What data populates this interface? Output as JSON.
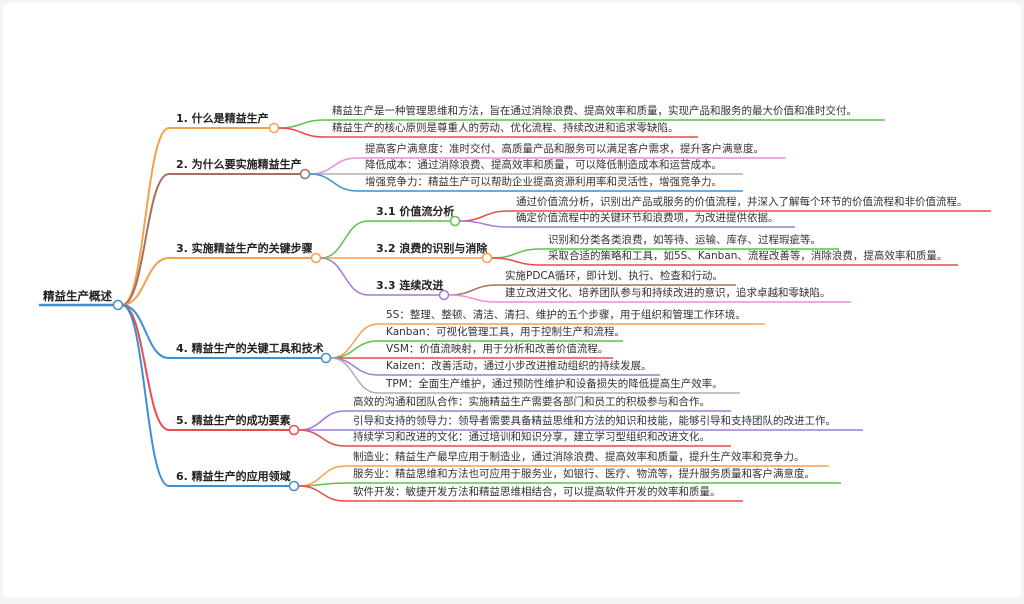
{
  "root": {
    "label": "精益生产概述"
  },
  "branches": [
    {
      "label": "1. 什么是精益生产",
      "children": [
        {
          "label": "精益生产是一种管理思维和方法，旨在通过消除浪费、提高效率和质量，实现产品和服务的最大价值和准时交付。"
        },
        {
          "label": "精益生产的核心原则是尊重人的劳动、优化流程、持续改进和追求零缺陷。"
        }
      ]
    },
    {
      "label": "2. 为什么要实施精益生产",
      "children": [
        {
          "label": "提高客户满意度：准时交付、高质量产品和服务可以满足客户需求，提升客户满意度。"
        },
        {
          "label": "降低成本：通过消除浪费、提高效率和质量，可以降低制造成本和运营成本。"
        },
        {
          "label": "增强竞争力：精益生产可以帮助企业提高资源利用率和灵活性，增强竞争力。"
        }
      ]
    },
    {
      "label": "3. 实施精益生产的关键步骤",
      "children": [
        {
          "label": "3.1 价值流分析",
          "children": [
            {
              "label": "通过价值流分析，识别出产品或服务的价值流程，并深入了解每个环节的价值流程和非价值流程。"
            },
            {
              "label": "确定价值流程中的关键环节和浪费项，为改进提供依据。"
            }
          ]
        },
        {
          "label": "3.2 浪费的识别与消除",
          "children": [
            {
              "label": "识别和分类各类浪费，如等待、运输、库存、过程瑕疵等。"
            },
            {
              "label": "采取合适的策略和工具，如5S、Kanban、流程改善等，消除浪费，提高效率和质量。"
            }
          ]
        },
        {
          "label": "3.3 连续改进",
          "children": [
            {
              "label": "实施PDCA循环，即计划、执行、检查和行动。"
            },
            {
              "label": "建立改进文化、培养团队参与和持续改进的意识，追求卓越和零缺陷。"
            }
          ]
        }
      ]
    },
    {
      "label": "4. 精益生产的关键工具和技术",
      "children": [
        {
          "label": "5S：整理、整顿、清洁、清扫、维护的五个步骤，用于组织和管理工作环境。"
        },
        {
          "label": "Kanban：可视化管理工具，用于控制生产和流程。"
        },
        {
          "label": "VSM：价值流映射，用于分析和改善价值流程。"
        },
        {
          "label": "Kaizen：改善活动，通过小步改进推动组织的持续发展。"
        },
        {
          "label": "TPM：全面生产维护，通过预防性维护和设备损失的降低提高生产效率。"
        }
      ]
    },
    {
      "label": "5. 精益生产的成功要素",
      "children": [
        {
          "label": "高效的沟通和团队合作：实施精益生产需要各部门和员工的积极参与和合作。"
        },
        {
          "label": "引导和支持的领导力：领导者需要具备精益思维和方法的知识和技能，能够引导和支持团队的改进工作。"
        },
        {
          "label": "持续学习和改进的文化：通过培训和知识分享，建立学习型组织和改进文化。"
        }
      ]
    },
    {
      "label": "6. 精益生产的应用领域",
      "children": [
        {
          "label": "制造业：精益生产最早应用于制造业，通过消除浪费、提高效率和质量，提升生产效率和竞争力。"
        },
        {
          "label": "服务业：精益思维和方法也可应用于服务业，如银行、医疗、物流等，提升服务质量和客户满意度。"
        },
        {
          "label": "软件开发：敏捷开发方法和精益思维相结合，可以提高软件开发的效率和质量。"
        }
      ]
    }
  ],
  "colors": {
    "orange": "#f7a04b",
    "brown": "#a5705c",
    "blue": "#3d8fd1",
    "red": "#e84c4c",
    "green": "#5fbf4f",
    "purple": "#a47ad6",
    "pink": "#ec8ed2",
    "gray": "#b0b0b0"
  }
}
